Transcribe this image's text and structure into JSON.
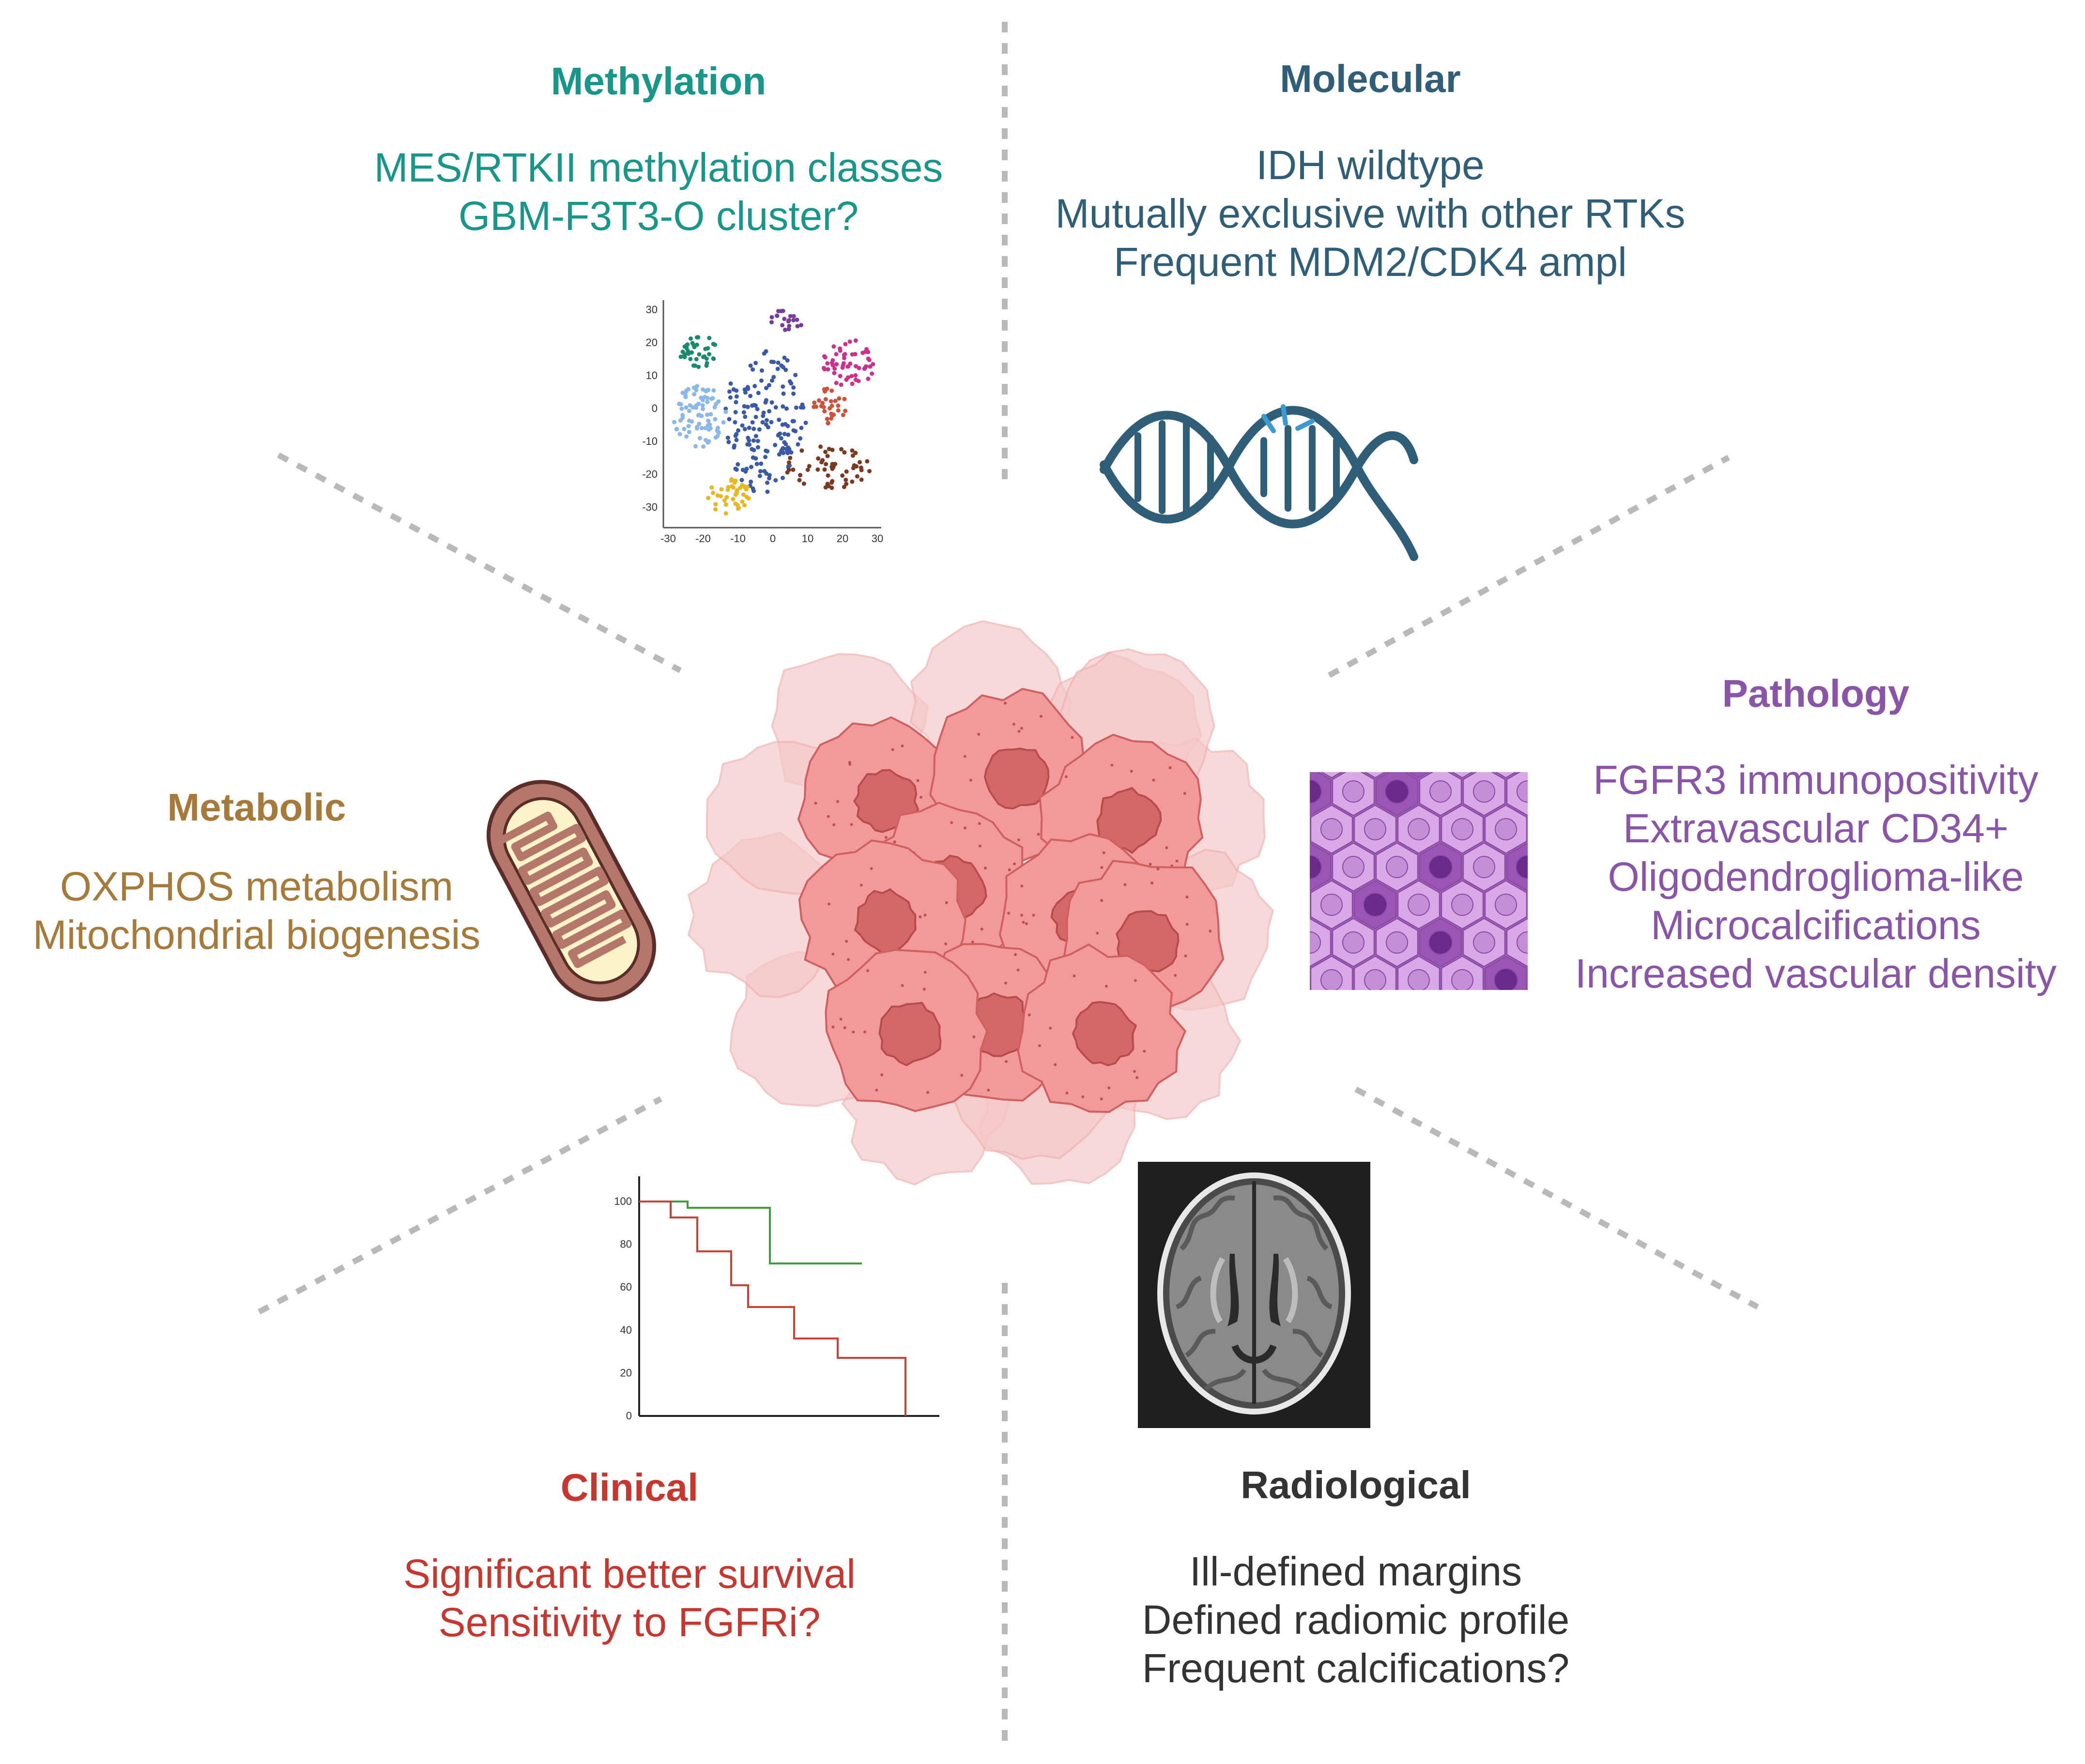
{
  "colors": {
    "methylation": "#17968a",
    "molecular": "#2f5f78",
    "pathology": "#8a55a8",
    "metabolic": "#a87a3a",
    "clinical": "#c8362d",
    "radiological": "#333333",
    "divider": "#b9b9b9",
    "km_green": "#3aa03a",
    "km_red": "#d04030"
  },
  "sections": {
    "methylation": {
      "title": "Methylation",
      "lines": [
        "MES/RTKII methylation classes",
        "GBM-F3T3-O cluster?"
      ]
    },
    "molecular": {
      "title": "Molecular",
      "lines": [
        "IDH wildtype",
        "Mutually exclusive with other RTKs",
        "Frequent MDM2/CDK4 ampl"
      ]
    },
    "pathology": {
      "title": "Pathology",
      "lines": [
        "FGFR3 immunopositivity",
        "Extravascular CD34+",
        "Oligodendroglioma-like",
        "Microcalcifications",
        "Increased vascular density"
      ]
    },
    "metabolic": {
      "title": "Metabolic",
      "lines": [
        "OXPHOS metabolism",
        "Mitochondrial biogenesis"
      ]
    },
    "clinical": {
      "title": "Clinical",
      "lines": [
        "Significant better survival",
        "Sensitivity to FGFRi?"
      ]
    },
    "radiological": {
      "title": "Radiological",
      "lines": [
        "Ill-defined margins",
        "Defined radiomic profile",
        "Frequent calcifications?"
      ]
    }
  },
  "icons": {
    "tsne": "tsne-scatter-icon",
    "dna": "dna-helix-icon",
    "tissue": "tissue-cells-icon",
    "mitochondrion": "mitochondrion-icon",
    "km": "survival-curve-icon",
    "mri": "brain-mri-icon",
    "tumor": "tumor-cell-cluster-icon"
  },
  "tsne_axes": {
    "x_ticks": [
      "-30",
      "-20",
      "-10",
      "0",
      "10",
      "20",
      "30"
    ],
    "y_ticks": [
      "30",
      "20",
      "10",
      "0",
      "-10",
      "-20",
      "-30"
    ]
  },
  "km_axes": {
    "y_ticks": [
      "100",
      "80",
      "60",
      "40",
      "20",
      "0"
    ]
  }
}
